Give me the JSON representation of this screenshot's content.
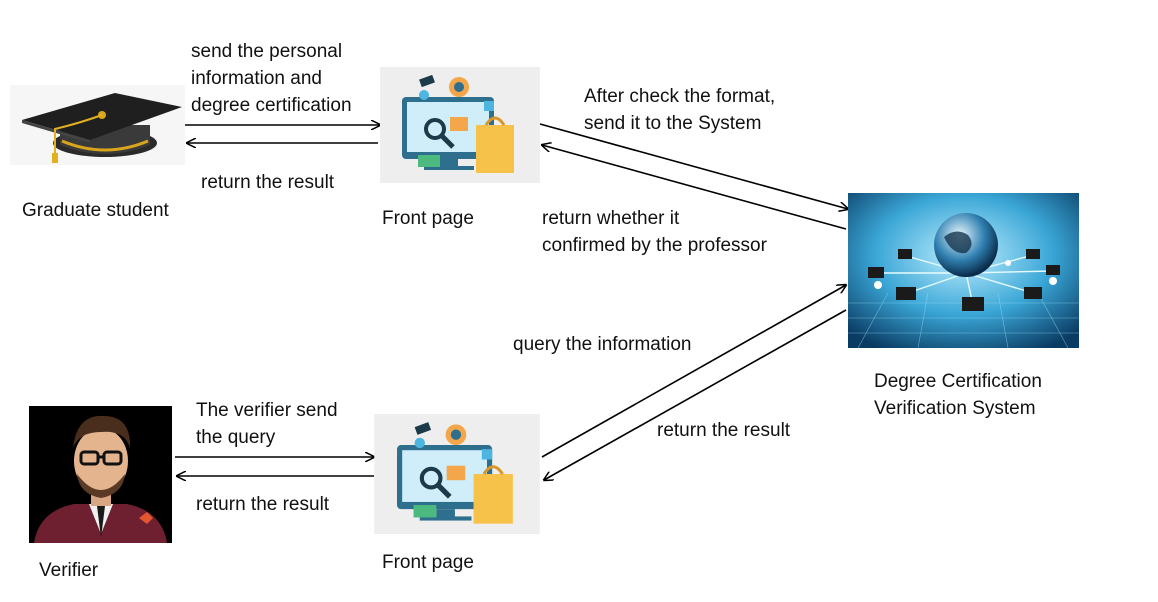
{
  "nodes": {
    "graduate": {
      "label": "Graduate student",
      "icon": "graduation-cap-icon"
    },
    "front_top": {
      "label": "Front page",
      "icon": "web-shop-illustration"
    },
    "system": {
      "label": "Degree Certification\nVerification System",
      "icon": "network-globe-illustration"
    },
    "verifier": {
      "label": "Verifier",
      "icon": "man-portrait"
    },
    "front_bottom": {
      "label": "Front page",
      "icon": "web-shop-illustration"
    }
  },
  "edges": {
    "grad_to_front": "send the personal\ninformation and\ndegree certification",
    "front_to_grad": "return the result",
    "front_to_system": "After check the format,\nsend it to the System",
    "system_to_front": "return whether it\nconfirmed by the professor",
    "verifier_to_front": "The verifier send\nthe query",
    "front_to_verifier": "return the result",
    "front2_to_system": "query the information",
    "system_to_front2": "return the result"
  }
}
